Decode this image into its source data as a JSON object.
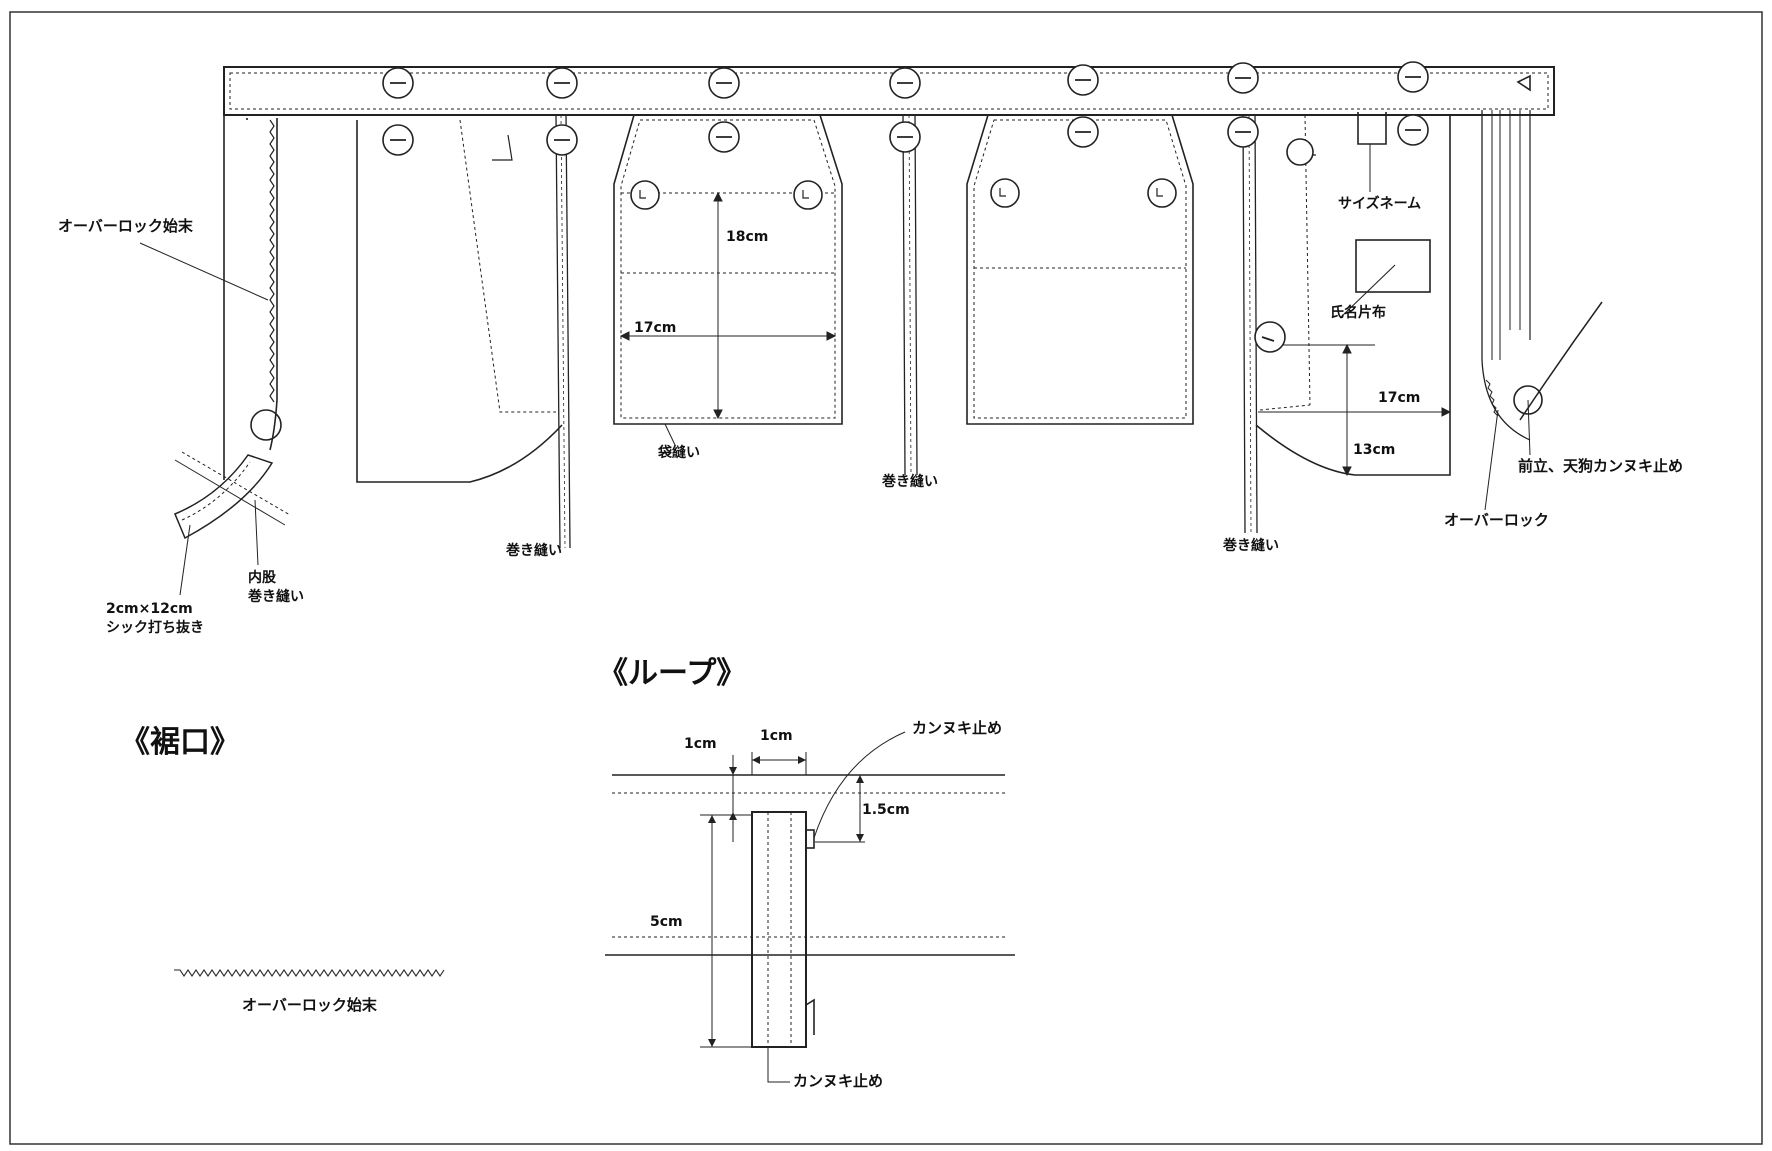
{
  "labels": {
    "overlock_finish_left": "オーバーロック始末",
    "inseam": "内股",
    "inseam_felled": "巻き縫い",
    "tab_size": "2cm×12cm",
    "tab_note": "シック打ち抜き",
    "felled_seam_1": "巻き縫い",
    "pocket_seam": "袋縫い",
    "felled_seam_2": "巻き縫い",
    "felled_seam_3": "巻き縫い",
    "pocket_height": "18cm",
    "pocket_width": "17cm",
    "size_label": "サイズネーム",
    "name_patch": "氏名片布",
    "patch_width": "17cm",
    "patch_height": "13cm",
    "front_bartack": "前立、天狗カンヌキ止め",
    "overlock_right": "オーバーロック"
  },
  "sections": {
    "loop_title": "《ループ》",
    "hem_title": "《裾口》"
  },
  "loop": {
    "dim_top_left": "1cm",
    "dim_top_width": "1cm",
    "dim_offset": "1.5cm",
    "dim_length": "5cm",
    "bartack_top": "カンヌキ止め",
    "bartack_bottom": "カンヌキ止め"
  },
  "hem": {
    "finish_label": "オーバーロック始末"
  }
}
